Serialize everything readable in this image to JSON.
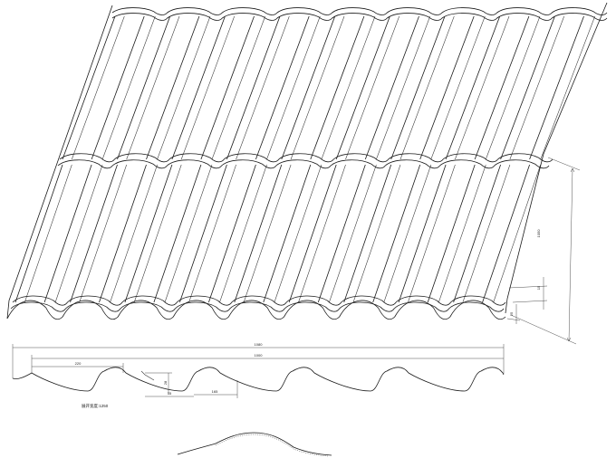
{
  "dimensions": {
    "cover_height": "1050",
    "step_height": "15",
    "step_bottom": "25",
    "total_width": "1080",
    "effective_width": "1000",
    "wave_pitch": "220",
    "lower_step": "55",
    "lower_offset": "165",
    "profile_height": "28"
  },
  "notes": {
    "coil_width": "展开宽度:1250"
  }
}
